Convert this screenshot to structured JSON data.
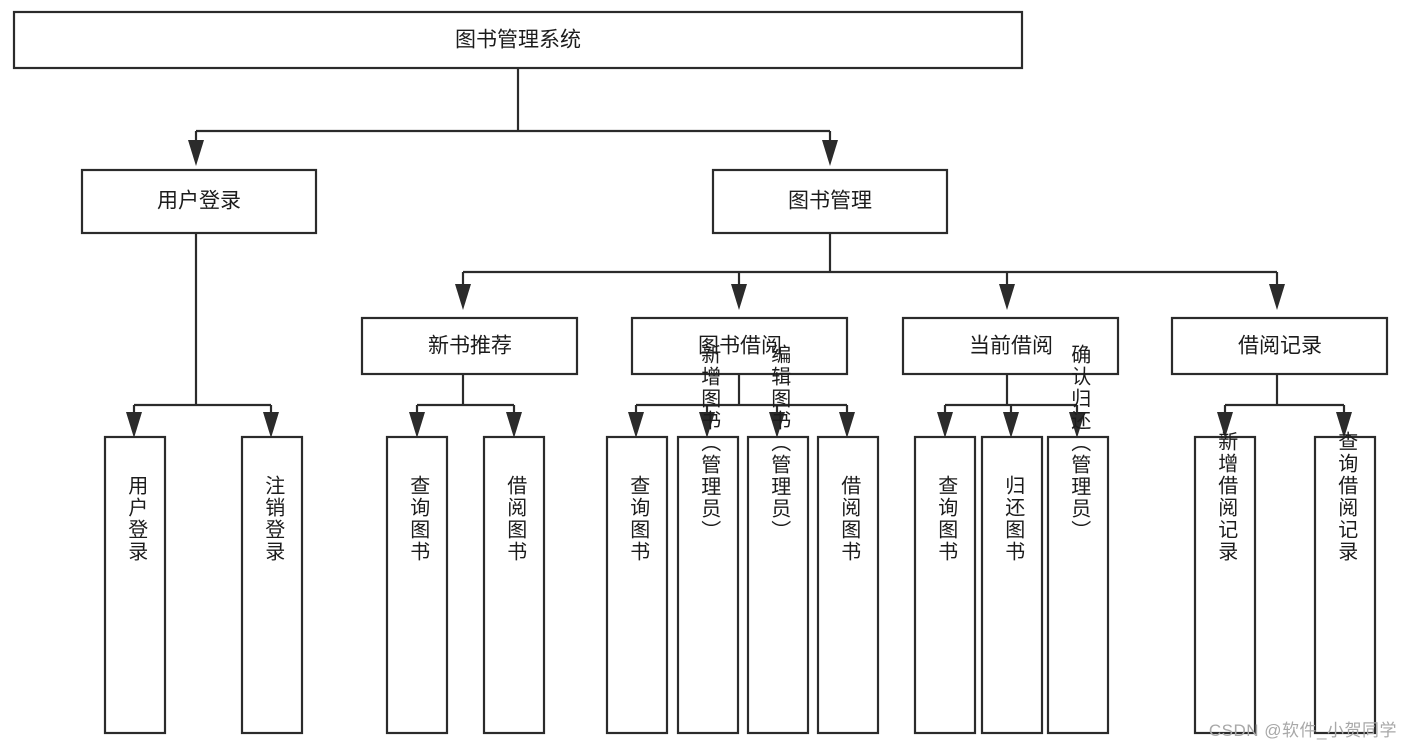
{
  "diagram": {
    "type": "tree-hierarchy-flowchart",
    "title": "图书管理系统",
    "watermark": "CSDN @软件_小贺同学",
    "colors": {
      "background": "#ffffff",
      "stroke": "#2b2b2b",
      "box_fill": "#ffffff",
      "text": "#1c1c1c",
      "watermark": "#a8a8a8"
    },
    "levels": [
      {
        "level": 0,
        "orientation": "horizontal",
        "nodes": [
          {
            "id": "root",
            "label": "图书管理系统"
          }
        ]
      },
      {
        "level": 1,
        "orientation": "horizontal",
        "nodes": [
          {
            "id": "user-login",
            "label": "用户登录",
            "parent": "root"
          },
          {
            "id": "book-mgmt",
            "label": "图书管理",
            "parent": "root"
          }
        ]
      },
      {
        "level": 2,
        "orientation": "horizontal",
        "nodes": [
          {
            "id": "new-book-rec",
            "label": "新书推荐",
            "parent": "book-mgmt"
          },
          {
            "id": "book-borrow",
            "label": "图书借阅",
            "parent": "book-mgmt"
          },
          {
            "id": "current-borrow",
            "label": "当前借阅",
            "parent": "book-mgmt"
          },
          {
            "id": "borrow-record",
            "label": "借阅记录",
            "parent": "book-mgmt"
          }
        ]
      },
      {
        "level": 3,
        "orientation": "vertical",
        "nodes": [
          {
            "id": "leaf-user-login",
            "label": "用户登录",
            "parent": "user-login"
          },
          {
            "id": "leaf-logout",
            "label": "注销登录",
            "parent": "user-login"
          },
          {
            "id": "leaf-query-book-1",
            "label": "查询图书",
            "parent": "new-book-rec"
          },
          {
            "id": "leaf-borrow-book-1",
            "label": "借阅图书",
            "parent": "new-book-rec"
          },
          {
            "id": "leaf-query-book-2",
            "label": "查询图书",
            "parent": "book-borrow"
          },
          {
            "id": "leaf-add-book",
            "label": "新增图书（管理员）",
            "parent": "book-borrow"
          },
          {
            "id": "leaf-edit-book",
            "label": "编辑图书（管理员）",
            "parent": "book-borrow"
          },
          {
            "id": "leaf-borrow-book-2",
            "label": "借阅图书",
            "parent": "book-borrow"
          },
          {
            "id": "leaf-query-book-3",
            "label": "查询图书",
            "parent": "current-borrow"
          },
          {
            "id": "leaf-return-book",
            "label": "归还图书",
            "parent": "current-borrow"
          },
          {
            "id": "leaf-confirm-return",
            "label": "确认归还（管理员）",
            "parent": "current-borrow"
          },
          {
            "id": "leaf-add-record",
            "label": "新增借阅记录",
            "parent": "borrow-record"
          },
          {
            "id": "leaf-query-record",
            "label": "查询借阅记录",
            "parent": "borrow-record"
          }
        ]
      }
    ]
  }
}
